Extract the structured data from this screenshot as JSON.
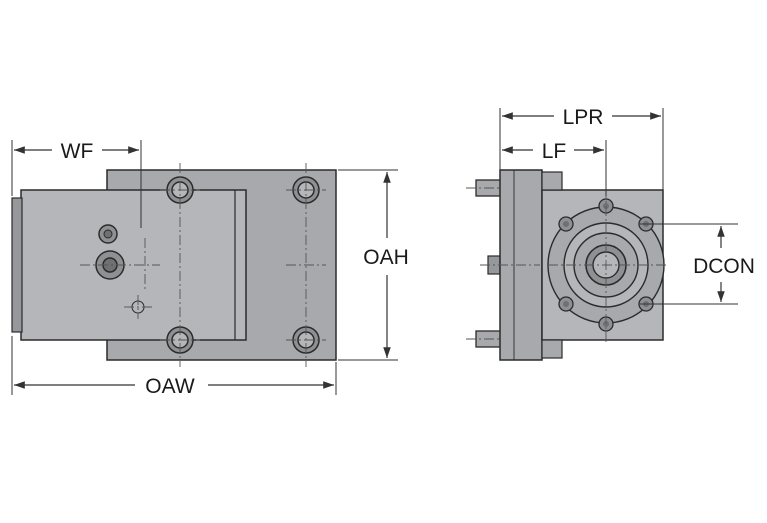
{
  "dimensions": {
    "wf": "WF",
    "oah": "OAH",
    "oaw": "OAW",
    "lpr": "LPR",
    "lf": "LF",
    "dcon": "DCON"
  },
  "colors": {
    "body_fill": "#a7a9ac",
    "body_fill_light": "#b4b6b9",
    "body_fill_dark": "#96989b",
    "outline": "#2b2b2b",
    "dimension_line": "#333333",
    "centerline": "#555555"
  }
}
